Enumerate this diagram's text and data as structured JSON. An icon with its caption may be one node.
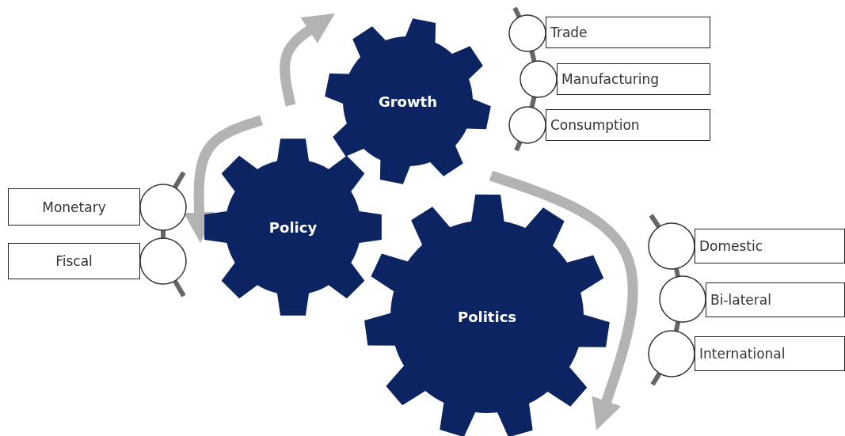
{
  "diagram": {
    "nodes": [
      {
        "text": [
          "Growth"
        ]
      },
      {
        "text": [
          "Policy"
        ]
      },
      {
        "text": [
          "Politics"
        ]
      },
      {
        "text": [
          "Trade"
        ]
      },
      {
        "text": [
          "Manufacturing"
        ]
      },
      {
        "text": [
          "Consumption"
        ]
      },
      {
        "text": [
          "Monetary"
        ]
      },
      {
        "text": [
          "Fiscal"
        ]
      },
      {
        "text": [
          "Domestic"
        ]
      },
      {
        "text": [
          "Bi-lateral"
        ]
      },
      {
        "text": [
          "International"
        ]
      }
    ]
  }
}
